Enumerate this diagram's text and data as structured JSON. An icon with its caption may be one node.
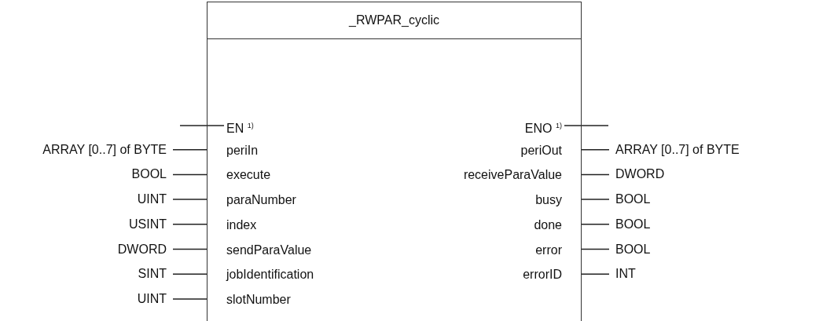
{
  "diagram": {
    "nodes": [
      {
        "text": [
          "_RWPAR_cyclic"
        ]
      },
      {
        "text": [
          "EN $^{1)}$"
        ],
        "in": 0
      },
      {
        "text": [
          "periIn"
        ],
        "in": 0
      },
      {
        "text": [
          "execute"
        ],
        "in": 0
      },
      {
        "text": [
          "paraNumber"
        ],
        "in": 0
      },
      {
        "text": [
          "index"
        ],
        "in": 0
      },
      {
        "text": [
          "sendParaValue"
        ],
        "in": 0
      },
      {
        "text": [
          "jobIdentification"
        ],
        "in": 0
      },
      {
        "text": [
          "slotNumber"
        ],
        "in": 0
      },
      {
        "text": [
          "ENO $^{1)}$"
        ],
        "in": 0
      },
      {
        "text": [
          "periOut"
        ],
        "in": 0
      },
      {
        "text": [
          "receiveParaValue"
        ],
        "in": 0
      },
      {
        "text": [
          "busy"
        ],
        "in": 0
      },
      {
        "text": [
          "done"
        ],
        "in": 0
      },
      {
        "text": [
          "error"
        ],
        "in": 0
      },
      {
        "text": [
          "errorID"
        ],
        "in": 0
      },
      {
        "text": [
          "ARRAY [0..7] of BYTE"
        ]
      },
      {
        "text": [
          "BOOL"
        ]
      },
      {
        "text": [
          "UINT"
        ]
      },
      {
        "text": [
          "USINT"
        ]
      },
      {
        "text": [
          "DWORD"
        ]
      },
      {
        "text": [
          "SINT"
        ]
      },
      {
        "text": [
          "UINT"
        ]
      },
      {
        "text": [
          "ARRAY [0..7] of BYTE"
        ]
      },
      {
        "text": [
          "DWORD"
        ]
      },
      {
        "text": [
          "BOOL"
        ]
      },
      {
        "text": [
          "BOOL"
        ]
      },
      {
        "text": [
          "BOOL"
        ]
      },
      {
        "text": [
          "INT"
        ]
      }
    ],
    "edges": [
      {
        "from": null,
        "to": 1,
        "arrow": "none"
      },
      {
        "from": 16,
        "to": 2,
        "arrow": "none"
      },
      {
        "from": 17,
        "to": 3,
        "arrow": "none"
      },
      {
        "from": 18,
        "to": 4,
        "arrow": "none"
      },
      {
        "from": 19,
        "to": 5,
        "arrow": "none"
      },
      {
        "from": 20,
        "to": 6,
        "arrow": "none"
      },
      {
        "from": 21,
        "to": 7,
        "arrow": "none"
      },
      {
        "from": 22,
        "to": 8,
        "arrow": "none"
      },
      {
        "from": 9,
        "to": null,
        "arrow": "none"
      },
      {
        "from": 10,
        "to": 23,
        "arrow": "none"
      },
      {
        "from": 11,
        "to": 24,
        "arrow": "none"
      },
      {
        "from": 12,
        "to": 25,
        "arrow": "none"
      },
      {
        "from": 13,
        "to": 26,
        "arrow": "none"
      },
      {
        "from": 14,
        "to": 27,
        "arrow": "none"
      },
      {
        "from": 15,
        "to": 28,
        "arrow": "none"
      }
    ]
  }
}
